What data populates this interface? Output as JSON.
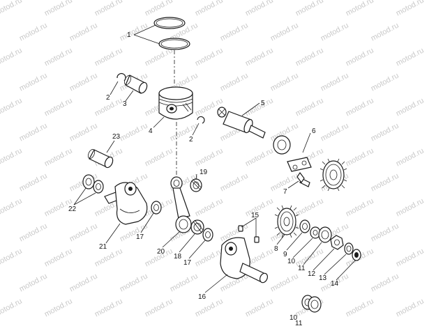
{
  "watermark": "motod.ru",
  "callouts": [
    {
      "id": "c1",
      "text": "1"
    },
    {
      "id": "c2a",
      "text": "2"
    },
    {
      "id": "c2b",
      "text": "2"
    },
    {
      "id": "c3",
      "text": "3"
    },
    {
      "id": "c4",
      "text": "4"
    },
    {
      "id": "c5",
      "text": "5"
    },
    {
      "id": "c6",
      "text": "6"
    },
    {
      "id": "c7",
      "text": "7"
    },
    {
      "id": "c8",
      "text": "8"
    },
    {
      "id": "c9",
      "text": "9"
    },
    {
      "id": "c10a",
      "text": "10"
    },
    {
      "id": "c10b",
      "text": "10"
    },
    {
      "id": "c11a",
      "text": "11"
    },
    {
      "id": "c11b",
      "text": "11"
    },
    {
      "id": "c12",
      "text": "12"
    },
    {
      "id": "c13",
      "text": "13"
    },
    {
      "id": "c14",
      "text": "14"
    },
    {
      "id": "c15",
      "text": "15"
    },
    {
      "id": "c16",
      "text": "16"
    },
    {
      "id": "c17a",
      "text": "17"
    },
    {
      "id": "c17b",
      "text": "17"
    },
    {
      "id": "c18",
      "text": "18"
    },
    {
      "id": "c19",
      "text": "19"
    },
    {
      "id": "c20",
      "text": "20"
    },
    {
      "id": "c21",
      "text": "21"
    },
    {
      "id": "c22",
      "text": "22"
    },
    {
      "id": "c23",
      "text": "23"
    }
  ]
}
